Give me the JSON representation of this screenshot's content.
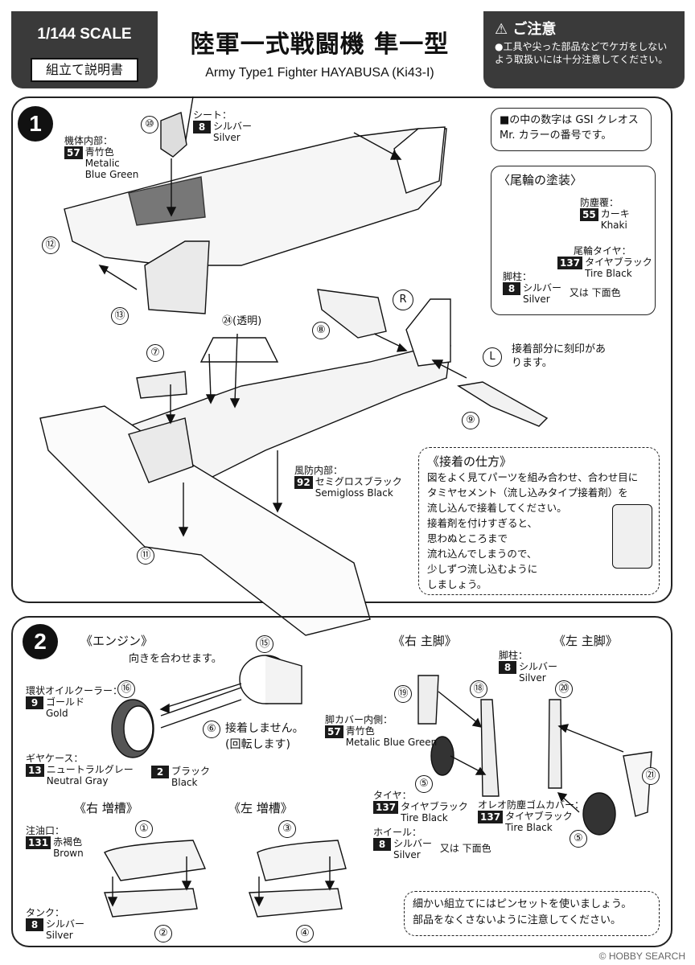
{
  "header": {
    "scale": "1/144 SCALE",
    "manual": "組立て説明書",
    "title_jp": "陸軍一式戦闘機 隼一型",
    "title_en": "Army Type1 Fighter HAYABUSA (Ki43-I)",
    "caution_title": "ご注意",
    "caution_text": "●工具や尖った部品などでケガをしないよう取扱いには十分注意してください。"
  },
  "step1": {
    "num": "1",
    "seat": {
      "label": "シート：",
      "code": "8",
      "jp": "シルバー",
      "en": "Silver"
    },
    "interior": {
      "label": "機体内部：",
      "code": "57",
      "jp": "青竹色",
      "en": "Metalic Blue Green"
    },
    "note_box": "■の中の数字は GSI クレオス Mr. カラーの番号です。",
    "tailwheel": {
      "title": "〈尾輪の塗装〉",
      "cover": {
        "label": "防塵覆：",
        "code": "55",
        "jp": "カーキ",
        "en": "Khaki"
      },
      "tire": {
        "label": "尾輪タイヤ：",
        "code": "137",
        "jp": "タイヤブラック",
        "en": "Tire Black"
      },
      "strut": {
        "label": "脚柱：",
        "code": "8",
        "jp": "シルバー",
        "en": "Silver",
        "alt": "又は 下面色"
      }
    },
    "r_mark": "R",
    "l_mark": "L",
    "l_note": "接着部分に刻印があります。",
    "canopy": "(透明)",
    "windshield": {
      "label": "風防内部：",
      "code": "92",
      "jp": "セミグロスブラック",
      "en": "Semigloss Black"
    },
    "glue": {
      "title": "《接着の仕方》",
      "text": [
        "図をよく見てパーツを組み合わせ、合わせ目に",
        "タミヤセメント（流し込みタイプ接着剤）を",
        "流し込んで接着してください。",
        "接着剤を付けすぎると、",
        "思わぬところまで",
        "流れ込んでしまうので、",
        "少しずつ流し込むように",
        "しましょう。"
      ]
    },
    "parts": {
      "p10": "⑩",
      "p12": "⑫",
      "p13": "⑬",
      "p24": "㉔",
      "p7": "⑦",
      "p8": "⑧",
      "p9": "⑨",
      "p11": "⑪"
    }
  },
  "step2": {
    "num": "2",
    "engine_title": "《エンジン》",
    "align_note": "向きを合わせます。",
    "no_glue": "接着しません。",
    "rotates": "(回転します)",
    "oilcooler": {
      "label": "環状オイルクーラー：",
      "code": "9",
      "jp": "ゴールド",
      "en": "Gold"
    },
    "gearcase": {
      "label": "ギヤケース：",
      "code": "13",
      "jp": "ニュートラルグレー",
      "en": "Neutral Gray"
    },
    "black": {
      "code": "2",
      "jp": "ブラック",
      "en": "Black"
    },
    "right_gear_title": "《右 主脚》",
    "left_gear_title": "《左 主脚》",
    "strut": {
      "label": "脚柱：",
      "code": "8",
      "jp": "シルバー",
      "en": "Silver"
    },
    "gear_cover": {
      "label": "脚カバー内側：",
      "code": "57",
      "jp": "青竹色",
      "en": "Metalic Blue Green"
    },
    "tire": {
      "label": "タイヤ：",
      "code": "137",
      "jp": "タイヤブラック",
      "en": "Tire Black"
    },
    "wheel": {
      "label": "ホイール：",
      "code": "8",
      "jp": "シルバー",
      "en": "Silver",
      "alt": "又は 下面色"
    },
    "oleo": {
      "label": "オレオ防塵ゴムカバー：",
      "code": "137",
      "jp": "タイヤブラック",
      "en": "Tire Black"
    },
    "right_tank_title": "《右 増槽》",
    "left_tank_title": "《左 増槽》",
    "filler": {
      "label": "注油口：",
      "code": "131",
      "jp": "赤褐色",
      "en": "Brown"
    },
    "tank": {
      "label": "タンク：",
      "code": "8",
      "jp": "シルバー",
      "en": "Silver"
    },
    "tweezers_note": [
      "細かい組立てにはピンセットを使いましょう。",
      "部品をなくさないように注意してください。"
    ],
    "parts": {
      "p15": "⑮",
      "p16": "⑯",
      "p6": "⑥",
      "p19": "⑲",
      "p18": "⑱",
      "p20": "⑳",
      "p5a": "⑤",
      "p5b": "⑤",
      "p21": "㉑",
      "p1": "①",
      "p2": "②",
      "p3": "③",
      "p4": "④"
    }
  },
  "watermark": "© HOBBY SEARCH"
}
